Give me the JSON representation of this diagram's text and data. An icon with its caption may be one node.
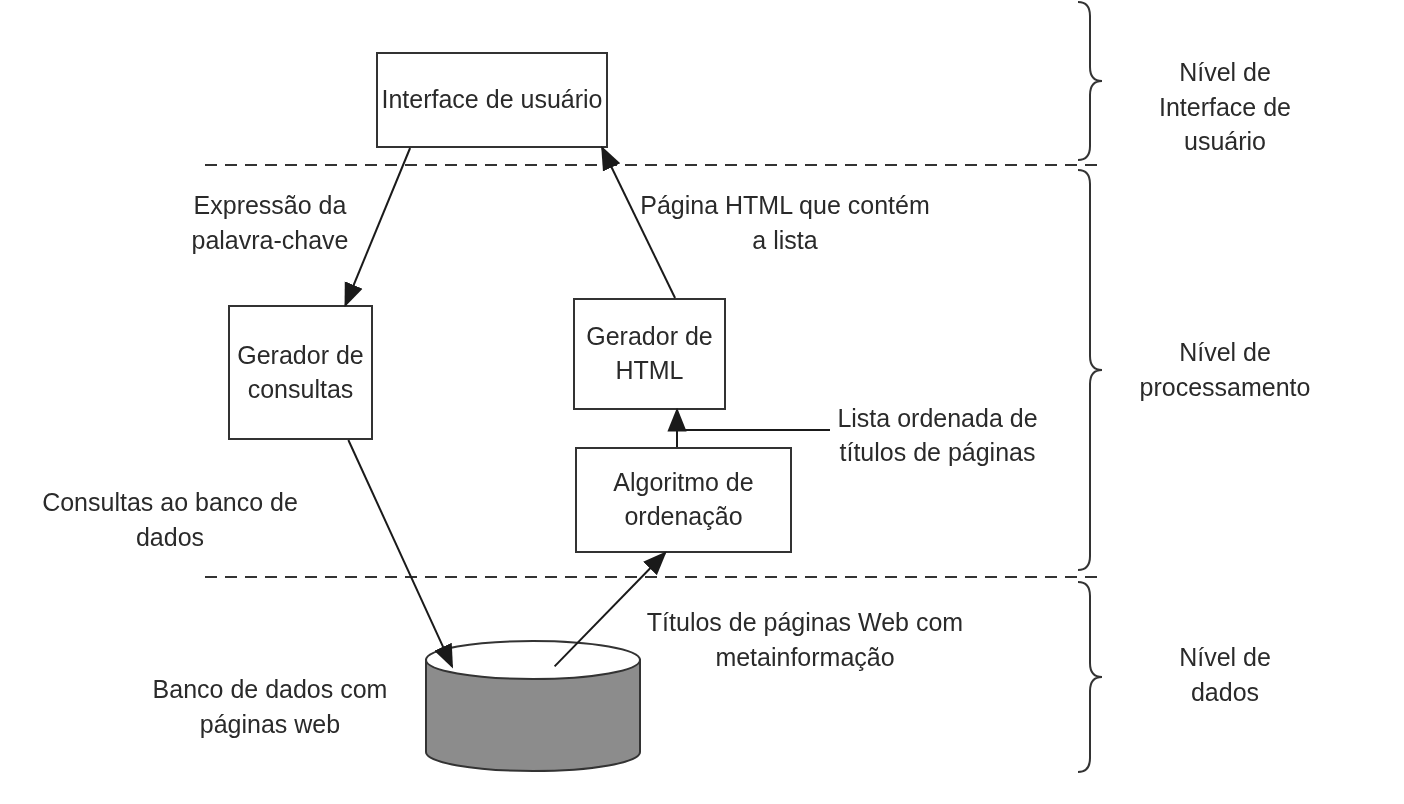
{
  "diagram": {
    "nodes": [
      {
        "text": [
          "Interface de usuário"
        ]
      },
      {
        "text": [
          "Gerador de consultas"
        ]
      },
      {
        "text": [
          "Gerador de HTML"
        ]
      },
      {
        "text": [
          "Algoritmo de ordenação"
        ]
      },
      {
        "text": [],
        "shape": "cylinder",
        "beside": [
          "Banco de dados com páginas web"
        ]
      },
      {
        "text": [
          "Lista ordenada de títulos de páginas"
        ]
      }
    ],
    "edges": [
      {
        "from": 0,
        "to": 1,
        "arrow": "to",
        "label": "Expressão da palavra-chave"
      },
      {
        "from": 1,
        "to": 4,
        "arrow": "to",
        "label": "Consultas ao banco de dados"
      },
      {
        "from": 4,
        "to": 3,
        "arrow": "to",
        "label": "Títulos de páginas Web com metainformação"
      },
      {
        "from": 3,
        "to": 2,
        "arrow": "to"
      },
      {
        "from": 2,
        "to": 0,
        "arrow": "to",
        "label": "Página HTML que contém a lista"
      },
      {
        "from": 5,
        "to": null,
        "arrow": "none"
      }
    ],
    "labels": [
      "Nível de Interface de usuário",
      "Nível de processamento",
      "Nível de dados"
    ]
  }
}
